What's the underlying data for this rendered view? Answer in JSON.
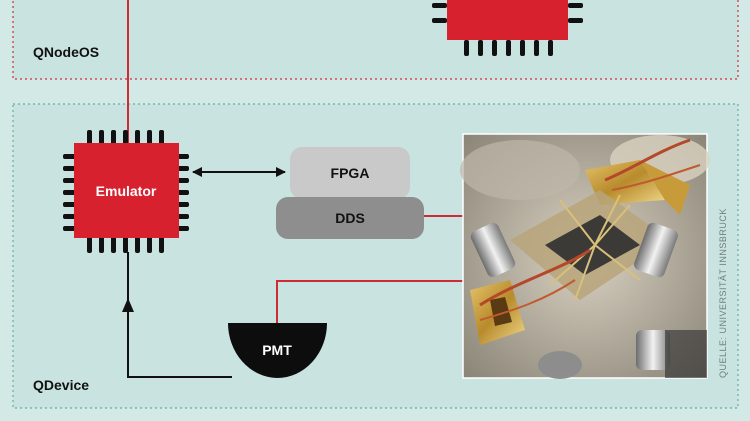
{
  "regions": {
    "qnodeos_label": "QNodeOS",
    "qdevice_label": "QDevice"
  },
  "nodes": {
    "emulator": "Emulator",
    "fpga": "FPGA",
    "dds": "DDS",
    "pmt": "PMT"
  },
  "photo_credit": "QUELLE: UNIVERSITÄT INNSBRUCK",
  "colors": {
    "background": "#d3e9e6",
    "region_fill": "#c9e4e0",
    "region_dash": "#cf2e3a",
    "chip_red": "#d8212f",
    "fpga_fill": "#c9c9c9",
    "dds_fill": "#8e8e8e",
    "pmt_fill": "#0d0d0d",
    "wire_red": "#d12a37",
    "wire_black": "#111111"
  },
  "icons": {
    "emulator_chip": "microchip-icon",
    "top_chip": "microchip-icon",
    "pmt": "photomultiplier-dome-icon",
    "photo": "ion-trap-photo"
  }
}
